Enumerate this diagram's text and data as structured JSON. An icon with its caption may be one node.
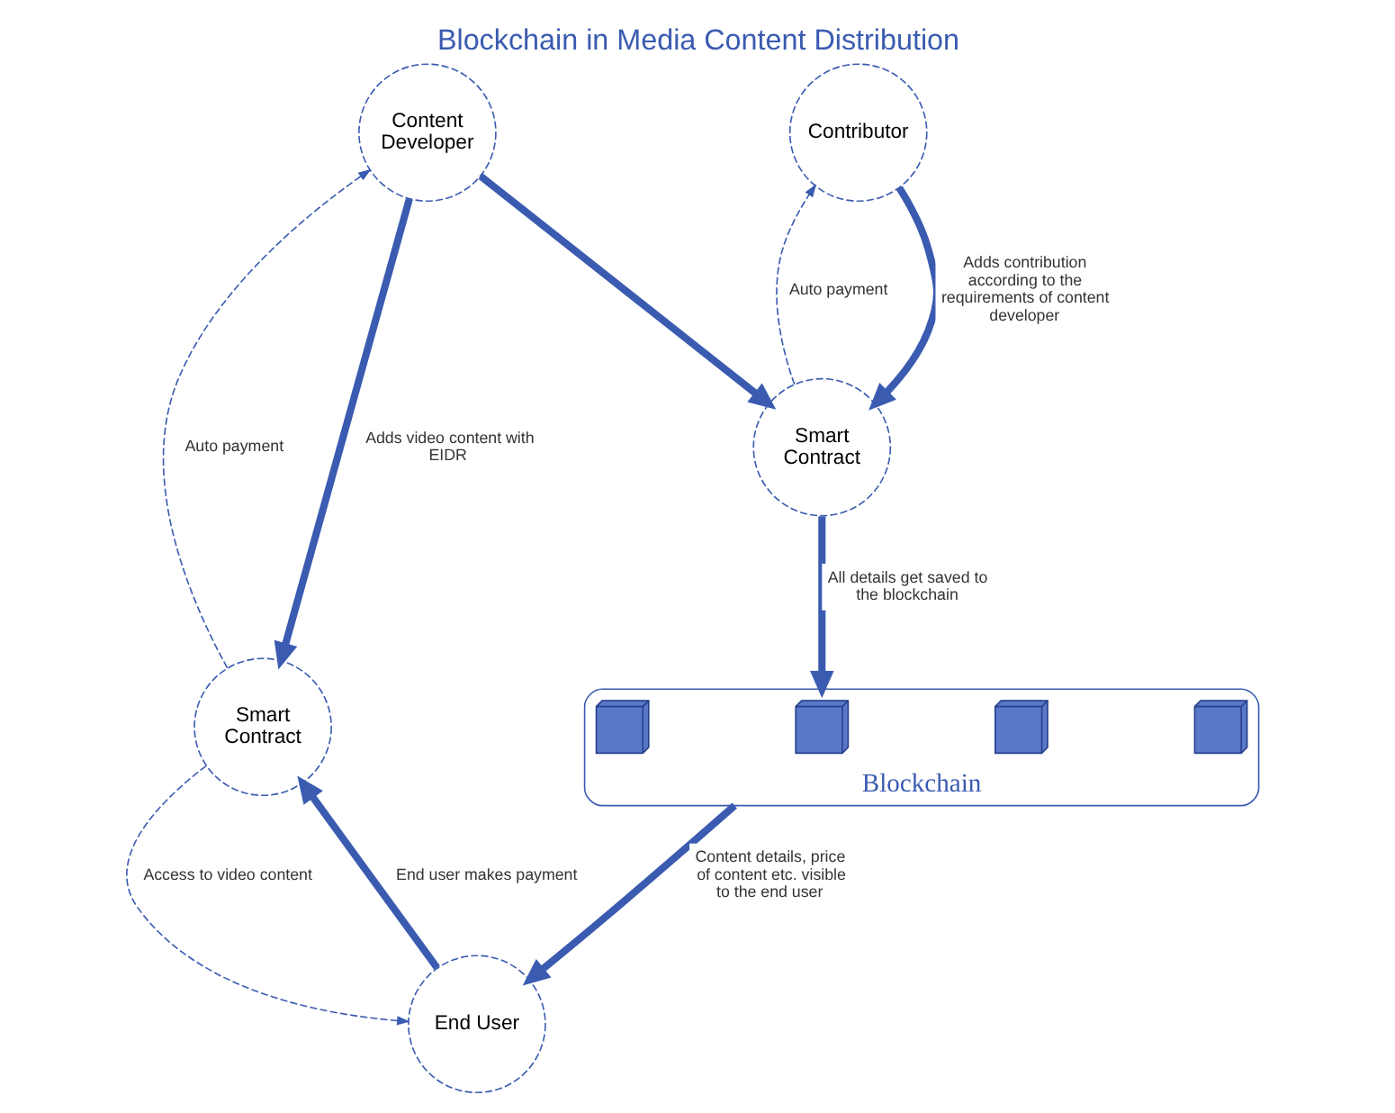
{
  "diagram": {
    "title": "Blockchain in Media Content Distribution",
    "nodes": [
      {
        "text": [
          "Content Developer"
        ]
      },
      {
        "text": [
          "Contributor"
        ]
      },
      {
        "text": [
          "Smart Contract"
        ]
      },
      {
        "text": [
          "Smart Contract"
        ]
      },
      {
        "text": [
          "Blockchain"
        ]
      },
      {
        "text": [],
        "shape": "cube",
        "in": 4
      },
      {
        "text": [],
        "shape": "cube",
        "in": 4
      },
      {
        "text": [],
        "shape": "cube",
        "in": 4
      },
      {
        "text": [],
        "shape": "cube",
        "in": 4
      },
      {
        "text": [
          "End User"
        ]
      }
    ],
    "edges": [
      {
        "from": 0,
        "to": 2,
        "arrow": "to"
      },
      {
        "from": 1,
        "to": 2,
        "arrow": "to",
        "label": "Adds contribution according to the requirements of content developer"
      },
      {
        "from": 2,
        "to": 1,
        "arrow": "to",
        "style": "dashed",
        "label": "Auto payment"
      },
      {
        "from": 0,
        "to": 3,
        "arrow": "to",
        "label": "Adds video content with EIDR"
      },
      {
        "from": 3,
        "to": 0,
        "arrow": "to",
        "style": "dashed",
        "label": "Auto payment"
      },
      {
        "from": 2,
        "to": 4,
        "arrow": "to",
        "label": "All details get saved to the blockchain"
      },
      {
        "from": 4,
        "to": 9,
        "arrow": "to",
        "label": "Content details, price of content etc. visible to the end user"
      },
      {
        "from": 9,
        "to": 3,
        "arrow": "to",
        "label": "End user makes payment"
      },
      {
        "from": 3,
        "to": 9,
        "arrow": "to",
        "style": "dashed",
        "label": "Access to video content"
      }
    ]
  }
}
